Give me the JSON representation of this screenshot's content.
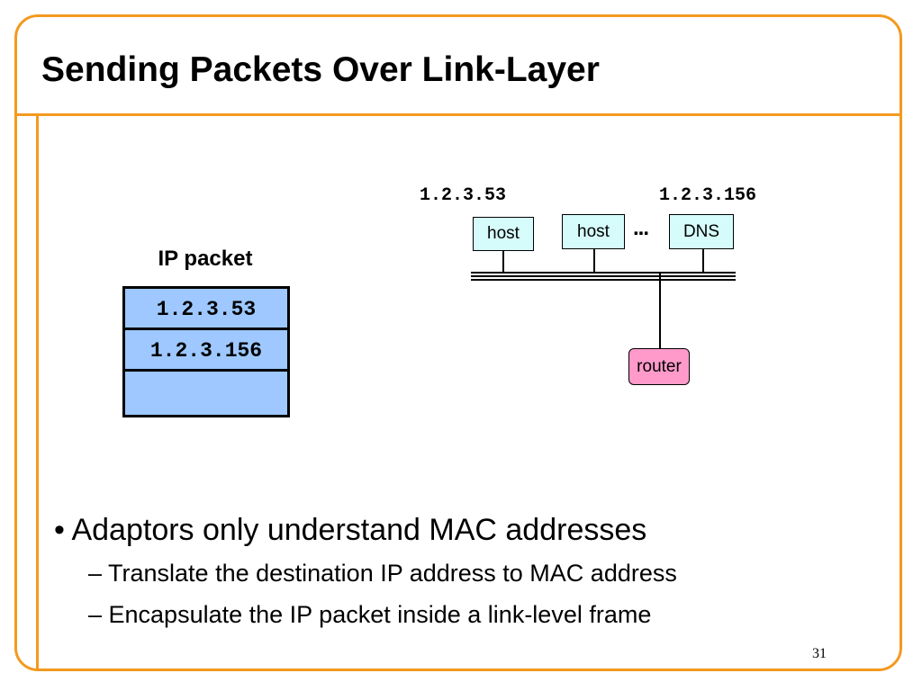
{
  "slide": {
    "title": "Sending Packets Over Link-Layer",
    "page_number": "31",
    "frame_color": "#f39a1f"
  },
  "ip_packet": {
    "label": "IP packet",
    "rows": [
      "1.2.3.53",
      "1.2.3.156",
      ""
    ],
    "fill_color": "#9ec8ff"
  },
  "network": {
    "ip_labels": [
      "1.2.3.53",
      "1.2.3.156"
    ],
    "nodes": [
      {
        "label": "host",
        "color": "#d6fbfb"
      },
      {
        "label": "host",
        "color": "#d6fbfb"
      },
      {
        "label": "DNS",
        "color": "#d6fbfb"
      },
      {
        "label": "router",
        "color": "#ff9acb"
      }
    ],
    "ellipsis": "..."
  },
  "bullets": {
    "main": "• Adaptors only understand MAC addresses",
    "sub": [
      "– Translate the destination IP address to MAC address",
      "– Encapsulate the IP packet inside a link-level frame"
    ]
  }
}
